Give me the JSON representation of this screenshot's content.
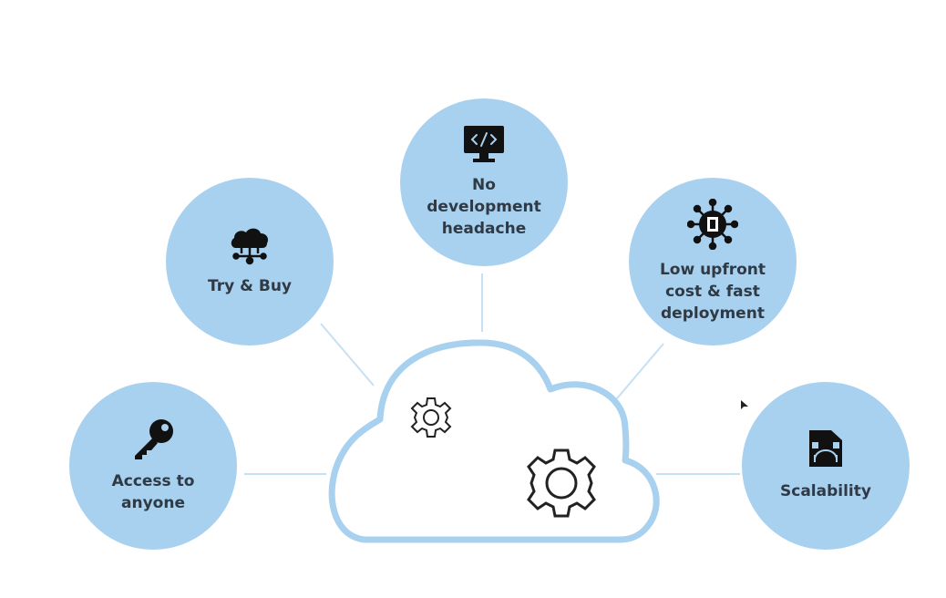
{
  "diagram": {
    "center": {
      "name": "cloud",
      "icons": [
        "small-gear-icon",
        "large-gear-icon"
      ]
    },
    "colors": {
      "circle_fill": "#a8d0ef",
      "connector": "#c6e0f4",
      "cloud_stroke": "#a8d0ef",
      "cloud_fill": "#ffffff",
      "label_text": "#2f3a45",
      "icon": "#111111"
    },
    "nodes": [
      {
        "id": "try-buy",
        "label": "Try & Buy",
        "icon": "cloud-network-icon"
      },
      {
        "id": "no-dev",
        "label": "No development\nheadache",
        "icon": "code-monitor-icon"
      },
      {
        "id": "low-upfront",
        "label": "Low upfront\ncost & fast\ndeployment",
        "icon": "gear-network-icon"
      },
      {
        "id": "access",
        "label": "Access to\nanyone",
        "icon": "key-icon"
      },
      {
        "id": "scalability",
        "label": "Scalability",
        "icon": "scalability-icon"
      }
    ]
  }
}
